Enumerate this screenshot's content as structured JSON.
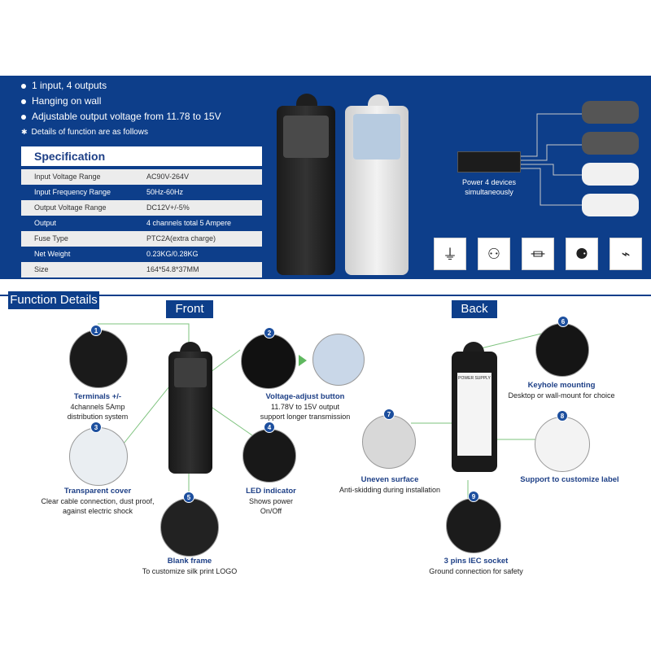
{
  "top": {
    "bullets": [
      "1 input, 4 outputs",
      "Hanging on wall",
      "Adjustable output voltage from 11.78 to 15V"
    ],
    "note": "Details of function are as follows"
  },
  "spec": {
    "title": "Specification",
    "rows": [
      {
        "k": "Input Voltage Range",
        "v": "AC90V-264V"
      },
      {
        "k": "Input Frequency Range",
        "v": "50Hz-60Hz"
      },
      {
        "k": "Output Voltage Range",
        "v": "DC12V+/-5%"
      },
      {
        "k": "Output",
        "v": "4 channels total 5 Ampere"
      },
      {
        "k": "Fuse Type",
        "v": "PTC2A(extra charge)"
      },
      {
        "k": "Net Weight",
        "v": "0.23KG/0.28KG"
      },
      {
        "k": "Size",
        "v": "164*54.8*37MM"
      }
    ]
  },
  "power_caption": [
    "Power 4 devices",
    "simultaneously"
  ],
  "section": {
    "title": "Function Details",
    "front": "Front",
    "back": "Back"
  },
  "features": {
    "f1": {
      "num": "1",
      "title": "Terminals +/-",
      "desc": [
        "4channels 5Amp",
        "distribution system"
      ]
    },
    "f2": {
      "num": "2",
      "title": "Voltage-adjust button",
      "desc": [
        "11.78V to 15V output",
        "support  longer transmission"
      ]
    },
    "f3": {
      "num": "3",
      "title": "Transparent cover",
      "desc": [
        "Clear cable connection, dust proof,",
        "against electric shock"
      ]
    },
    "f4": {
      "num": "4",
      "title": "LED indicator",
      "desc": [
        "Shows power",
        "On/Off"
      ]
    },
    "f5": {
      "num": "5",
      "title": "Blank frame",
      "desc": [
        "To customize silk print LOGO"
      ]
    },
    "f6": {
      "num": "6",
      "title": "Keyhole mounting",
      "desc": [
        "Desktop or wall-mount for choice"
      ]
    },
    "f7": {
      "num": "7",
      "title": "Uneven surface",
      "desc": [
        "Anti-skidding during installation"
      ]
    },
    "f8": {
      "num": "8",
      "title": "Support to customize label",
      "desc": []
    },
    "f9": {
      "num": "9",
      "title": "3 pins IEC socket",
      "desc": [
        "Ground connection for safety"
      ]
    }
  },
  "label_text": "POWER SUPPLY",
  "colors": {
    "banner": "#0d3e8a",
    "title": "#1d3f86",
    "badge": "#1d4f9e",
    "leader": "#7ec37e"
  }
}
